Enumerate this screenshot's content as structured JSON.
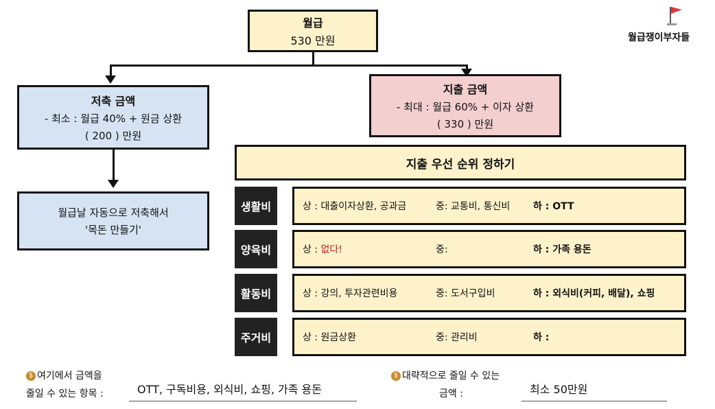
{
  "brand": {
    "name": "월급쟁이부자들"
  },
  "salary": {
    "title": "월급",
    "amount": "530 만원"
  },
  "savings": {
    "title": "저축 금액",
    "detail": "- 최소 : 월급 40% + 원금 상환",
    "amount": "( 200 ) 만원",
    "note_line1": "월급날 자동으로 저축해서",
    "note_line2": "'목돈 만들기'"
  },
  "spending": {
    "title": "지출 금액",
    "detail": "- 최대 : 월급 60% + 이자 상환",
    "amount": "( 330 ) 만원"
  },
  "priority": {
    "title": "지출 우선 순위 정하기",
    "rows": [
      {
        "label": "생활비",
        "high": "상 : 대출이자상환, 공과금",
        "mid": "중: 교통비, 통신비",
        "low": "하 : OTT"
      },
      {
        "label": "양육비",
        "high_prefix": "상 : ",
        "high_value": "없다!",
        "mid": "중:",
        "low": "하 : 가족 용돈"
      },
      {
        "label": "활동비",
        "high": "상 : 강의, 투자관련비용",
        "mid": "중: 도서구입비",
        "low": "하 : 외식비(커피, 배달), 쇼핑"
      },
      {
        "label": "주거비",
        "high": "상 : 원금상환",
        "mid": "중: 관리비",
        "low": "하 :"
      }
    ]
  },
  "bottom": {
    "left_label_line1": "여기에서 금액을",
    "left_label_line2": "줄일 수 있는 항목 :",
    "left_value": "OTT, 구독비용, 외식비, 쇼핑, 가족 용돈",
    "right_label_line1": "대략적으로 줄일 수 있는",
    "right_label_line2": "금액 :",
    "right_value": "최소 50만원",
    "icon_symbol": "$"
  },
  "colors": {
    "yellow": "#fdf2c9",
    "blue": "#d5e3f2",
    "pink": "#f4cfcf",
    "label_dark": "#222222",
    "accent_red": "#d21f1f"
  }
}
